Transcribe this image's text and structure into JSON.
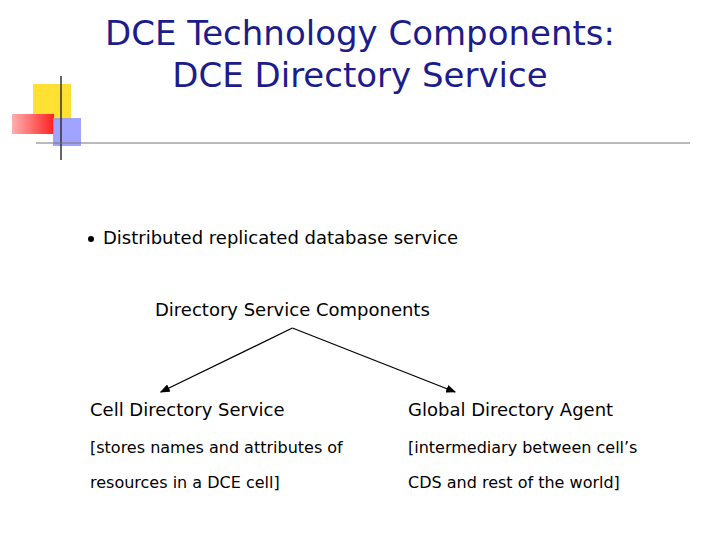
{
  "diagram": {
    "title": "DCE Technology Components: DCE Directory Service",
    "nodes": [
      {
        "text": [
          "Directory Service Components"
        ]
      },
      {
        "text": [
          "Cell Directory Service",
          "[stores names and attributes of resources in a DCE cell]"
        ]
      },
      {
        "text": [
          "Global Directory Agent",
          "[intermediary between cell’s CDS and rest of the world]"
        ]
      }
    ],
    "edges": [
      {
        "from": 0,
        "to": 1,
        "arrow": "to"
      },
      {
        "from": 0,
        "to": 2,
        "arrow": "to"
      }
    ],
    "labels": [
      "Distributed replicated database service"
    ]
  }
}
